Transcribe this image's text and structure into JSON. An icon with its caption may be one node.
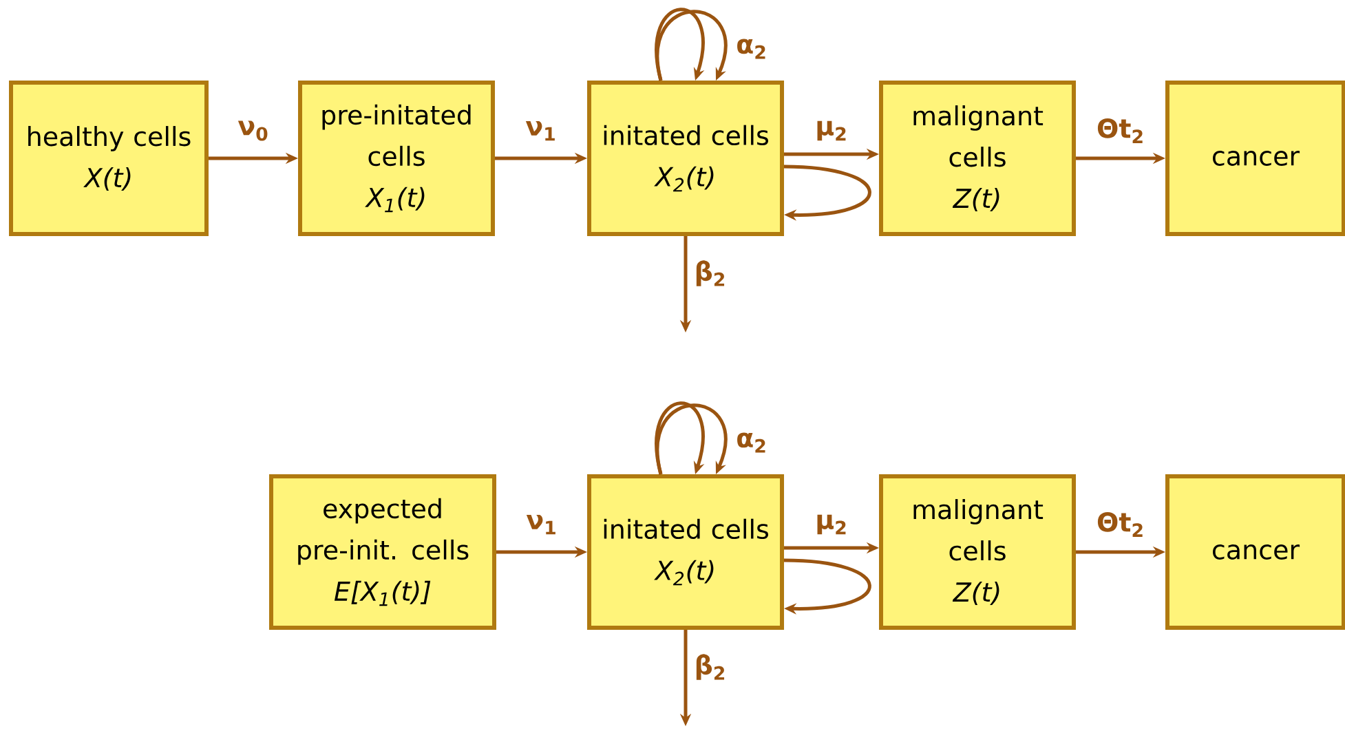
{
  "diagram": {
    "nodes": [
      {
        "text": [
          "healthy cells",
          "X(t)"
        ]
      },
      {
        "text": [
          "pre-initated cells",
          "X$_{1}$(t)"
        ]
      },
      {
        "text": [
          "initated cells",
          "X$_{2}$(t)"
        ]
      },
      {
        "text": [
          "malignant cells",
          "Z(t)"
        ]
      },
      {
        "text": [
          "cancer"
        ]
      },
      {
        "text": [
          "expected pre-init. cells",
          "E[X$_{1}$(t)]"
        ]
      },
      {
        "text": [
          "initated cells",
          "X$_{2}$(t)"
        ]
      },
      {
        "text": [
          "malignant cells",
          "Z(t)"
        ]
      },
      {
        "text": [
          "cancer"
        ]
      }
    ],
    "edges": [
      {
        "from": 0,
        "to": 1,
        "arrow": "to",
        "label": "ν$_{0}$"
      },
      {
        "from": 1,
        "to": 2,
        "arrow": "to",
        "label": "ν$_{1}$"
      },
      {
        "from": 2,
        "to": 2,
        "arrow": "to"
      },
      {
        "from": 2,
        "to": 2,
        "arrow": "to",
        "label": "α$_{2}$"
      },
      {
        "from": 2,
        "to": 3,
        "arrow": "to",
        "label": "μ$_{2}$"
      },
      {
        "from": 2,
        "to": 2,
        "arrow": "to"
      },
      {
        "from": 3,
        "to": 4,
        "arrow": "to",
        "label": "Θt$_{2}$"
      },
      {
        "from": 2,
        "to": null,
        "arrow": "to",
        "label": "β$_{2}$"
      },
      {
        "from": 5,
        "to": 6,
        "arrow": "to",
        "label": "ν$_{1}$"
      },
      {
        "from": 6,
        "to": 6,
        "arrow": "to"
      },
      {
        "from": 6,
        "to": 6,
        "arrow": "to",
        "label": "α$_{2}$"
      },
      {
        "from": 6,
        "to": 7,
        "arrow": "to",
        "label": "μ$_{2}$"
      },
      {
        "from": 6,
        "to": 6,
        "arrow": "to"
      },
      {
        "from": 7,
        "to": 8,
        "arrow": "to",
        "label": "Θt$_{2}$"
      },
      {
        "from": 6,
        "to": null,
        "arrow": "to",
        "label": "β$_{2}$"
      }
    ]
  }
}
